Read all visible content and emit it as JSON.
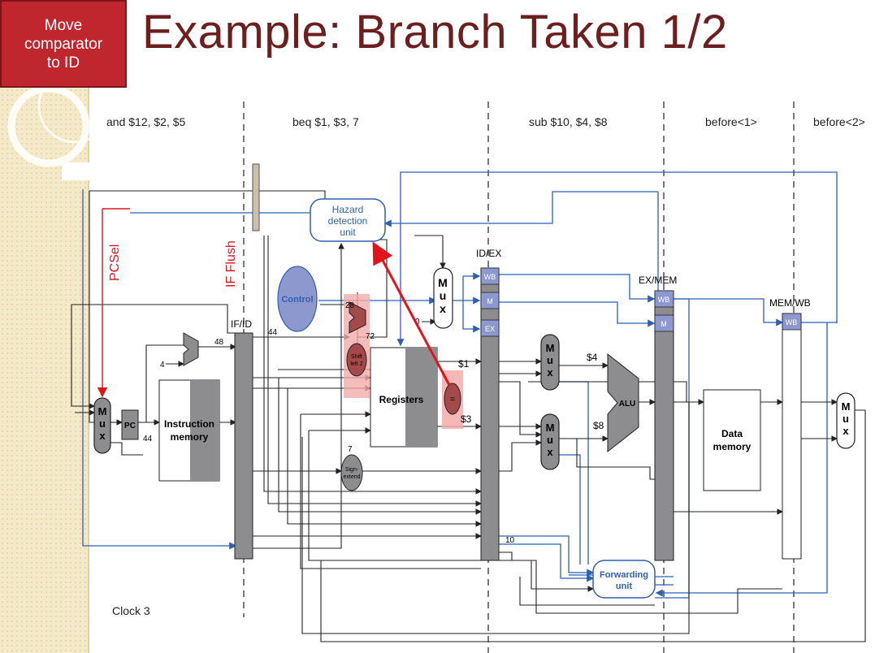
{
  "badge": {
    "text": "Move\ncomparator\nto ID"
  },
  "title": "Example: Branch Taken 1/2",
  "stage_instructions": [
    "and $12, $2, $5",
    "beq $1, $3, 7",
    "sub $10, $4, $8",
    "before<1>",
    "before<2>"
  ],
  "clock_label": "Clock 3",
  "labels": {
    "pcsel": "PCSel",
    "if_flush": "IF Flush",
    "hazard": [
      "Hazard",
      "detection",
      "unit"
    ],
    "control": "Control",
    "mux": [
      "M",
      "u",
      "x"
    ],
    "pc": "PC",
    "imem": [
      "Instruction",
      "memory"
    ],
    "if_id": "IF/ID",
    "id_ex": "ID/EX",
    "ex_mem": "EX/MEM",
    "mem_wb": "MEM/WB",
    "wb": "WB",
    "m": "M",
    "ex": "EX",
    "registers": "Registers",
    "alu": "ALU",
    "dmem": [
      "Data",
      "memory"
    ],
    "forwarding": [
      "Forwarding",
      "unit"
    ],
    "sign_extend": [
      "Sign-",
      "extend"
    ],
    "shift_left": [
      "Shift",
      "left 2"
    ],
    "eq": "=",
    "reg_s1": "$1",
    "reg_s3": "$3",
    "reg_s4": "$4",
    "reg_s8": "$8",
    "n4": "4",
    "n0": "0",
    "n48": "48",
    "n44a": "44",
    "n44b": "44",
    "n28": "28",
    "n72": "72",
    "n7": "7",
    "n10": "10"
  },
  "colors": {
    "accent_red": "#e0141a",
    "title": "#6b1f1f",
    "blue_line": "#2f5fb3",
    "register_gray": "#8d8d90",
    "control_fill": "#8d98cf"
  }
}
